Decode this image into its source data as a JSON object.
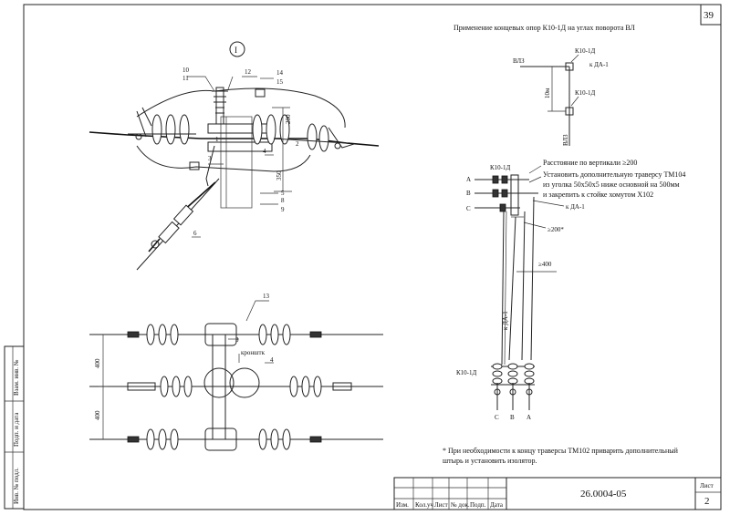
{
  "sheet": {
    "number": "39",
    "code": "26.0004-05",
    "sheet_label": "Лист",
    "sheet_no": "2"
  },
  "title_block": {
    "cols": [
      "Изм.",
      "Кол.уч",
      "Лист",
      "№ док.",
      "Подп.",
      "Дата"
    ]
  },
  "side_stamp": {
    "labels": [
      "Взам. инв. №",
      "Подп. и дата",
      "Инв. № подл."
    ]
  },
  "left_view": {
    "marker": "I",
    "labels": [
      "10",
      "11",
      "12",
      "14",
      "15",
      "1",
      "2",
      "3",
      "4",
      "5",
      "6",
      "8",
      "9"
    ],
    "dims": [
      "200",
      "350"
    ]
  },
  "plan_view": {
    "callouts": [
      "13",
      "3",
      "4"
    ],
    "bracket": "кронштк",
    "dims": [
      "400",
      "400"
    ]
  },
  "right_view": {
    "title": "Применение концевых опор К10-1Д на углах поворота ВЛ",
    "top_labels": {
      "vl3_left": "ВЛЗ",
      "k_top": "К10-1Д",
      "k_mid": "К10-1Д",
      "kda": "к ДА-1",
      "dist": "10м",
      "vl3_bottom": "ВЛЗ"
    },
    "note1": "Расстояние по вертикали ≥200",
    "note2_lines": [
      "Установить дополнительную траверсу ТМ104",
      "из уголка 50х50х5 ниже основной на 500мм",
      "и закрепить к стойке хомутом Х102"
    ],
    "k_upper": "К10-1Д",
    "phases_left": [
      "A",
      "B",
      "C"
    ],
    "kda_mid": "к ДА-1",
    "dim_200": "≥200*",
    "dim_400": "≥400",
    "kda_vert": "к ДА-1",
    "k_lower": "К10-1Д",
    "phases_bottom": [
      "C",
      "B",
      "A"
    ]
  },
  "footnote_lines": [
    "* При необходимости к концу траверсы ТМ102 приварить дополнительный",
    "штырь и установить изолятор."
  ]
}
